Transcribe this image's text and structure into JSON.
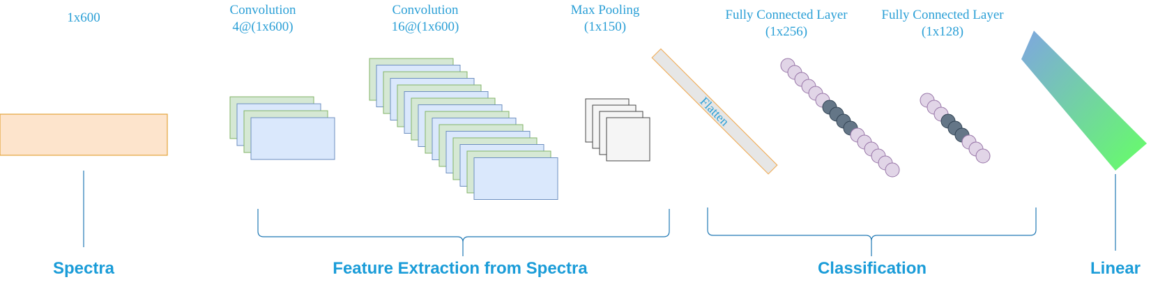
{
  "captions": {
    "input_dim": "1x600",
    "conv1_name": "Convolution",
    "conv1_dim": "4@(1x600)",
    "conv2_name": "Convolution",
    "conv2_dim": "16@(1x600)",
    "pool_name": "Max Pooling",
    "pool_dim": "(1x150)",
    "fc1_name": "Fully Connected Layer",
    "fc1_dim": "(1x256)",
    "fc2_name": "Fully Connected Layer",
    "fc2_dim": "(1x128)"
  },
  "flatten_label": "Flatten",
  "sections": {
    "spectra": "Spectra",
    "feature_extraction": "Feature Extraction from Spectra",
    "classification": "Classification",
    "linear": "Linear"
  },
  "colors": {
    "caption": "#2a9fd6",
    "section": "#1a9cd8",
    "input_fill": "#fde4cc",
    "input_stroke": "#e3a33a",
    "map_green_fill": "#d5e8d4",
    "map_green_stroke": "#82b366",
    "map_blue_fill": "#dae8fc",
    "map_blue_stroke": "#6c8ebf",
    "pool_fill": "#f5f5f5",
    "pool_stroke": "#444444",
    "flatten_fill": "#e6e6e6",
    "flatten_stroke": "#f0b060",
    "neuron_light": "#e1d5e7",
    "neuron_light_stroke": "#9673a6",
    "neuron_dark": "#647687",
    "neuron_dark_stroke": "#314354",
    "gradient_start": "#7ea6e0",
    "gradient_end": "#66ff66",
    "guide_line": "#1f78b4"
  },
  "layers": {
    "conv1_maps": 4,
    "conv2_maps": 16,
    "pool_maps": 4,
    "fc1_neurons": [
      "light",
      "light",
      "light",
      "light",
      "light",
      "light",
      "dark",
      "dark",
      "dark",
      "dark",
      "light",
      "light",
      "light",
      "light",
      "light",
      "light"
    ],
    "fc2_neurons": [
      "light",
      "light",
      "light",
      "dark",
      "dark",
      "dark",
      "light",
      "light",
      "light"
    ]
  }
}
